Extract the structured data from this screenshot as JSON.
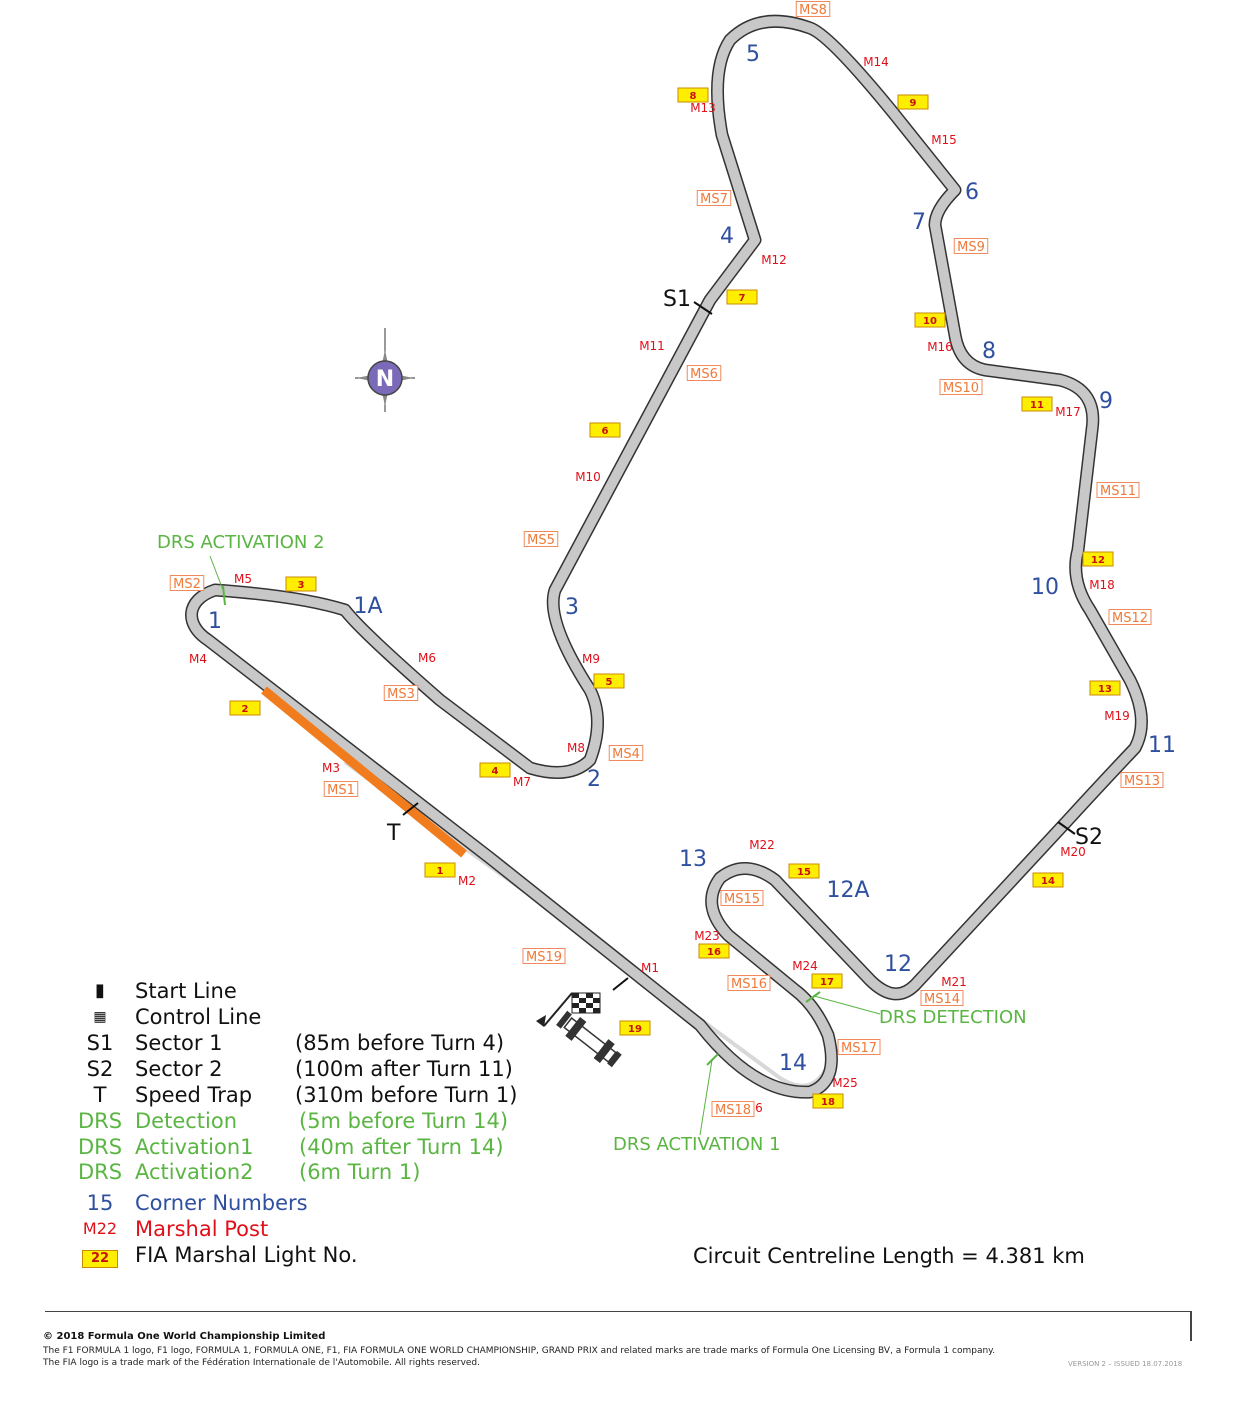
{
  "corners": [
    "1",
    "1A",
    "2",
    "3",
    "4",
    "5",
    "6",
    "7",
    "8",
    "9",
    "10",
    "11",
    "12",
    "12A",
    "13",
    "14"
  ],
  "marshal_posts": [
    "M1",
    "M2",
    "M3",
    "M4",
    "M5",
    "M6",
    "M7",
    "M8",
    "M9",
    "M10",
    "M11",
    "M12",
    "M13",
    "M14",
    "M15",
    "M16",
    "M17",
    "M18",
    "M19",
    "M20",
    "M21",
    "M22",
    "M23",
    "M24",
    "M25",
    "M26"
  ],
  "marshal_stations": [
    "MS1",
    "MS2",
    "MS3",
    "MS4",
    "MS5",
    "MS6",
    "MS7",
    "MS8",
    "MS9",
    "MS10",
    "MS11",
    "MS12",
    "MS13",
    "MS14",
    "MS15",
    "MS16",
    "MS17",
    "MS18",
    "MS19"
  ],
  "lights": [
    "1",
    "2",
    "3",
    "4",
    "5",
    "6",
    "7",
    "8",
    "9",
    "10",
    "11",
    "12",
    "13",
    "14",
    "15",
    "16",
    "17",
    "18",
    "19"
  ],
  "sectors": {
    "s1": "S1",
    "s2": "S2",
    "trap": "T"
  },
  "drs_labels": {
    "activation2": "DRS ACTIVATION 2",
    "detection": "DRS DETECTION",
    "activation1": "DRS ACTIVATION 1"
  },
  "compass": "N",
  "legend": {
    "start_line": "Start Line",
    "control_line": "Control Line",
    "s1_sym": "S1",
    "s1_label": "Sector 1",
    "s1_note": "(85m before Turn 4)",
    "s2_sym": "S2",
    "s2_label": "Sector 2",
    "s2_note": "(100m after Turn 11)",
    "t_sym": "T",
    "t_label": "Speed Trap",
    "t_note": "(310m before Turn 1)",
    "drs_sym": "DRS",
    "drs_det_label": "Detection",
    "drs_det_note": "(5m before Turn 14)",
    "drs_a1_label": "Activation1",
    "drs_a1_note": "(40m after Turn 14)",
    "drs_a2_label": "Activation2",
    "drs_a2_note": "(6m Turn 1)",
    "corner_sym": "15",
    "corner_label": "Corner Numbers",
    "marshal_sym": "M22",
    "marshal_label": "Marshal Post",
    "light_sym": "22",
    "light_label": "FIA Marshal Light No."
  },
  "length": "Circuit Centreline Length = 4.381 km",
  "footer": {
    "copyright": "© 2018 Formula One World Championship Limited",
    "legal": "The F1 FORMULA 1 logo, F1 logo, FORMULA 1, FORMULA ONE, F1, FIA FORMULA ONE WORLD CHAMPIONSHIP, GRAND PRIX and related marks are trade marks of Formula One Licensing BV, a Formula 1 company. The FIA logo is a trade mark of the Fédération Internationale de l'Automobile. All rights reserved.",
    "version": "VERSION 2 – ISSUED 18.07.2018"
  },
  "colors": {
    "track": "#c8c8c8",
    "track_edge": "#333333",
    "speed_trap": "#f07c1e",
    "drs": "#5ab543",
    "corner": "#2f4f9f",
    "marshal": "#e0101a"
  }
}
